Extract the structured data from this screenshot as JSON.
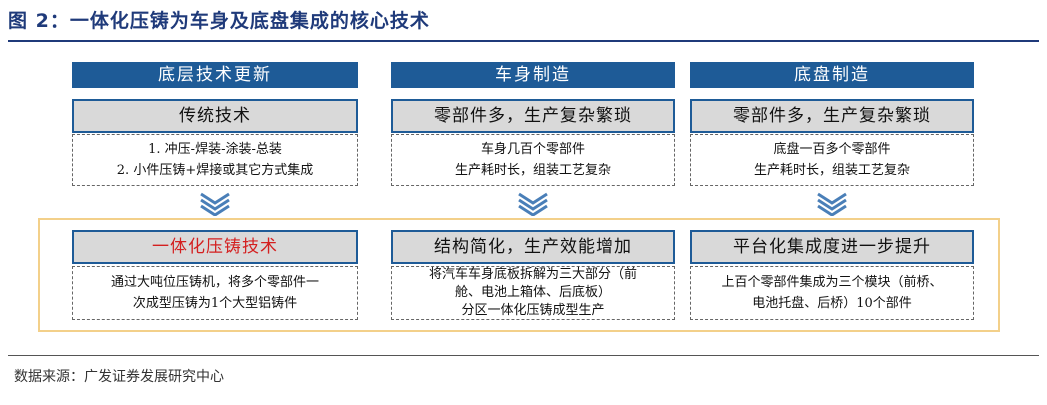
{
  "figure": {
    "title": "图 2：一体化压铸为车身及底盘集成的核心技术"
  },
  "columns": [
    {
      "header": "底层技术更新",
      "top_label": "传统技术",
      "top_lines": [
        "1. 冲压-焊装-涂装-总装",
        "2. 小件压铸+焊接或其它方式集成"
      ],
      "bottom_label": "一体化压铸技术",
      "bottom_lines": [
        "通过大吨位压铸机，将多个零部件一",
        "次成型压铸为1个大型铝铸件"
      ]
    },
    {
      "header": "车身制造",
      "top_label": "零部件多，生产复杂繁琐",
      "top_lines": [
        "车身几百个零部件",
        "生产耗时长，组装工艺复杂"
      ],
      "bottom_label": "结构简化，生产效能增加",
      "bottom_lines": [
        "将汽车车身底板拆解为三大部分（前",
        "舱、电池上箱体、后底板）",
        "分区一体化压铸成型生产"
      ]
    },
    {
      "header": "底盘制造",
      "top_label": "零部件多，生产复杂繁琐",
      "top_lines": [
        "底盘一百多个零部件",
        "生产耗时长，组装工艺复杂"
      ],
      "bottom_label": "平台化集成度进一步提升",
      "bottom_lines": [
        "上百个零部件集成为三个模块（前桥、",
        "电池托盘、后桥）10个部件"
      ]
    }
  ],
  "source": "数据来源：广发证券发展研究中心",
  "colors": {
    "header_blue": "#1e5b97",
    "accent_red": "#d42020",
    "frame_orange": "#f3d08a",
    "chevron_blue": "#4a7fb8"
  },
  "icons": [
    "chevron-down-icon"
  ]
}
